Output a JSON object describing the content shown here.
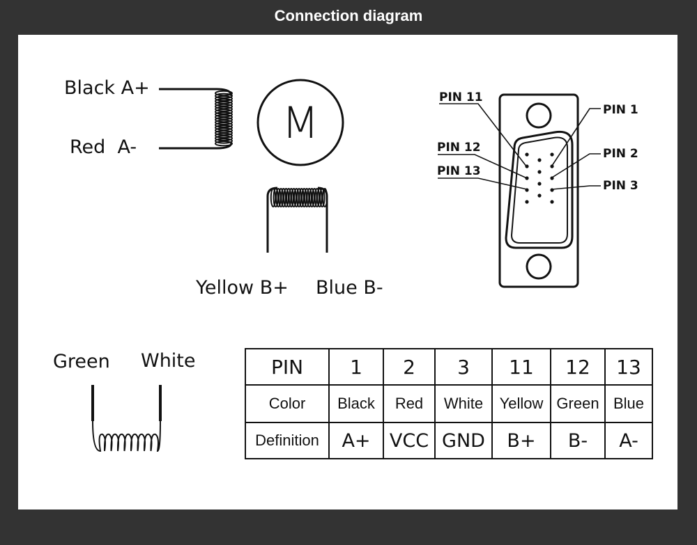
{
  "title": "Connection diagram",
  "motor": {
    "symbol": "M",
    "coil_a": {
      "top_label": "Black A+",
      "bottom_label": "Red  A-"
    },
    "coil_b": {
      "left_label": "Yellow B+",
      "right_label": "Blue B-"
    },
    "coil_c": {
      "left_label": "Green",
      "right_label": "White"
    }
  },
  "connector": {
    "pin_labels": {
      "pin11": "PIN 11",
      "pin12": "PIN 12",
      "pin13": "PIN 13",
      "pin1": "PIN 1",
      "pin2": "PIN 2",
      "pin3": "PIN 3"
    }
  },
  "table": {
    "row_headers": [
      "PIN",
      "Color",
      "Definition"
    ],
    "pins": [
      "1",
      "2",
      "3",
      "11",
      "12",
      "13"
    ],
    "colors": [
      "Black",
      "Red",
      "White",
      "Yellow",
      "Green",
      "Blue"
    ],
    "definitions": [
      "A+",
      "VCC",
      "GND",
      "B+",
      "B-",
      "A-"
    ]
  }
}
